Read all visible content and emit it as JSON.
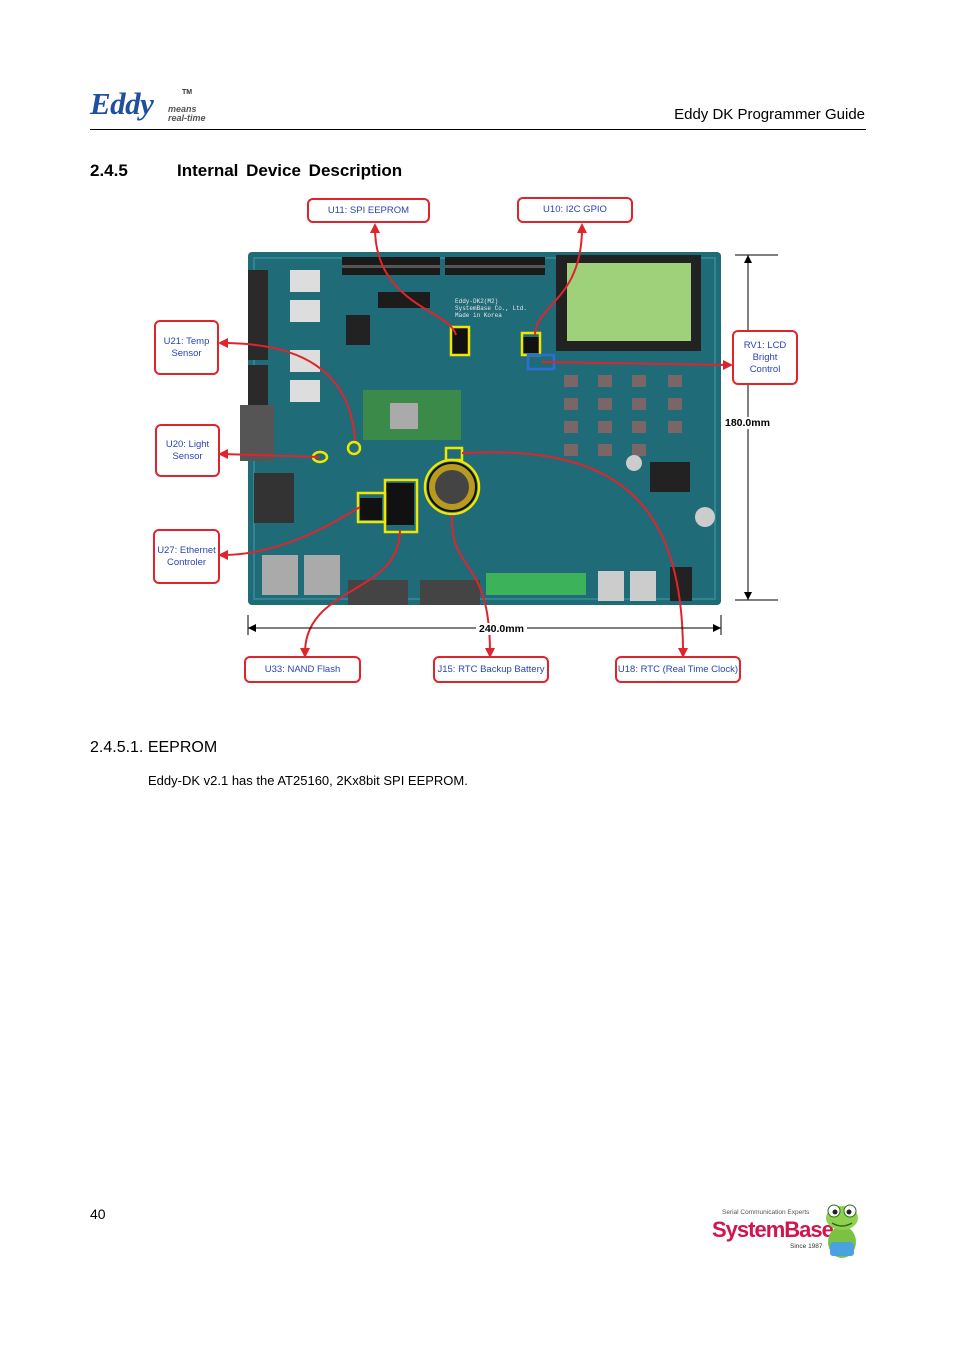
{
  "header": {
    "logo_word": "Eddy",
    "logo_tm": "TM",
    "logo_tagline_1": "means",
    "logo_tagline_2": "real-time",
    "doc_title": "Eddy DK Programmer Guide"
  },
  "section": {
    "number": "2.4.5",
    "title": "Internal  Device  Description"
  },
  "figure": {
    "labels": {
      "u11": "U11: SPI EEPROM",
      "u10": "U10: I2C GPIO",
      "u21": "U21: Temp\nSensor",
      "u20": "U20: Light\nSensor",
      "u27": "U27: Ethernet\nControler",
      "rv1": "RV1: LCD\nBright\nControl",
      "u33": "U33: NAND Flash",
      "j15": "J15: RTC Backup Battery",
      "u18": "U18: RTC (Real Time Clock)"
    },
    "dimensions": {
      "height": "180.0mm",
      "width": "240.0mm"
    },
    "board_text": {
      "model": "Eddy-DK2(M2)",
      "maker": "SystemBase Co., Ltd.",
      "origin": "Made in Korea"
    },
    "colors": {
      "board": "#1f6b78",
      "callout": "#e0242b",
      "label_text": "#2b44b5",
      "lcd": "#9ed17a"
    }
  },
  "subsection": {
    "heading": "2.4.5.1. EEPROM",
    "body": "Eddy-DK v2.1 has the AT25160, 2Kx8bit SPI EEPROM."
  },
  "footer": {
    "page_number": "40",
    "brand_tagline": "Serial Communication Experts",
    "brand_name": "SystemBase",
    "brand_since": "Since 1987"
  }
}
